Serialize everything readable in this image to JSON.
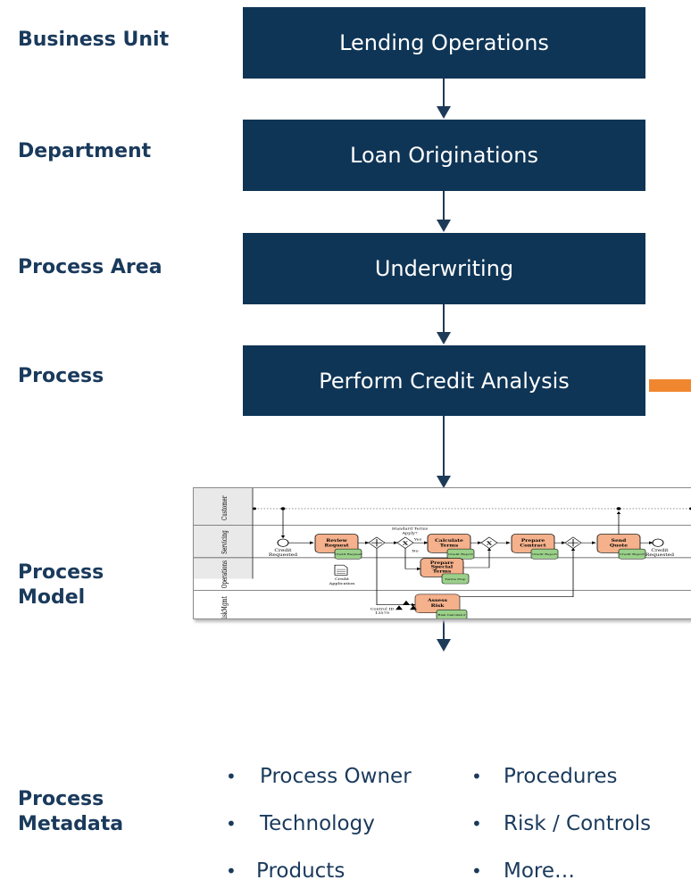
{
  "levels": [
    {
      "label": "Business Unit",
      "box": "Lending Operations"
    },
    {
      "label": "Department",
      "box": "Loan Originations"
    },
    {
      "label": "Process Area",
      "box": "Underwriting"
    },
    {
      "label": "Process",
      "box": "Perform Credit Analysis"
    }
  ],
  "model": {
    "label_line1": "Process",
    "label_line2": "Model",
    "lanes": [
      "Customer",
      "Servicing",
      "Operations",
      "RiskMgmt"
    ],
    "start_event": {
      "line1": "Credit",
      "line2": "Requested"
    },
    "end_event": {
      "line1": "Credit",
      "line2": "Requested"
    },
    "tasks": {
      "review": {
        "line1": "Review",
        "line2": "Request",
        "artifact": "Credit Request"
      },
      "calc": {
        "line1": "Calculate",
        "line2": "Terms",
        "artifact": "Credit Report"
      },
      "contract": {
        "line1": "Prepare",
        "line2": "Contract",
        "artifact": "Credit Report"
      },
      "quote": {
        "line1": "Send",
        "line2": "Quote",
        "artifact": "Credit Report"
      },
      "special": {
        "line1": "Prepare",
        "line2": "Special",
        "line3": "Terms",
        "artifact": "Terms Prep"
      },
      "risk": {
        "line1": "Assess",
        "line2": "Risk",
        "artifact": "Risk Calculator"
      }
    },
    "gateway_question": {
      "line1": "Standard Terms",
      "line2": "Apply?"
    },
    "gateway_yes": "Yes",
    "gateway_no": "No",
    "document": {
      "line1": "Credit",
      "line2": "Application"
    },
    "control": {
      "line1": "Control ID",
      "line2": "13579"
    }
  },
  "metadata": {
    "label_line1": "Process",
    "label_line2": "Metadata",
    "bullet": "•",
    "col1": [
      "Process Owner",
      "Technology",
      "Products"
    ],
    "col2": [
      "Procedures",
      "Risk / Controls",
      "More…"
    ]
  },
  "colors": {
    "box": "#0f3556",
    "label": "#1a3a5c",
    "task": "#f4b18c",
    "artifact": "#9bd08a",
    "accent": "#f0872f"
  }
}
